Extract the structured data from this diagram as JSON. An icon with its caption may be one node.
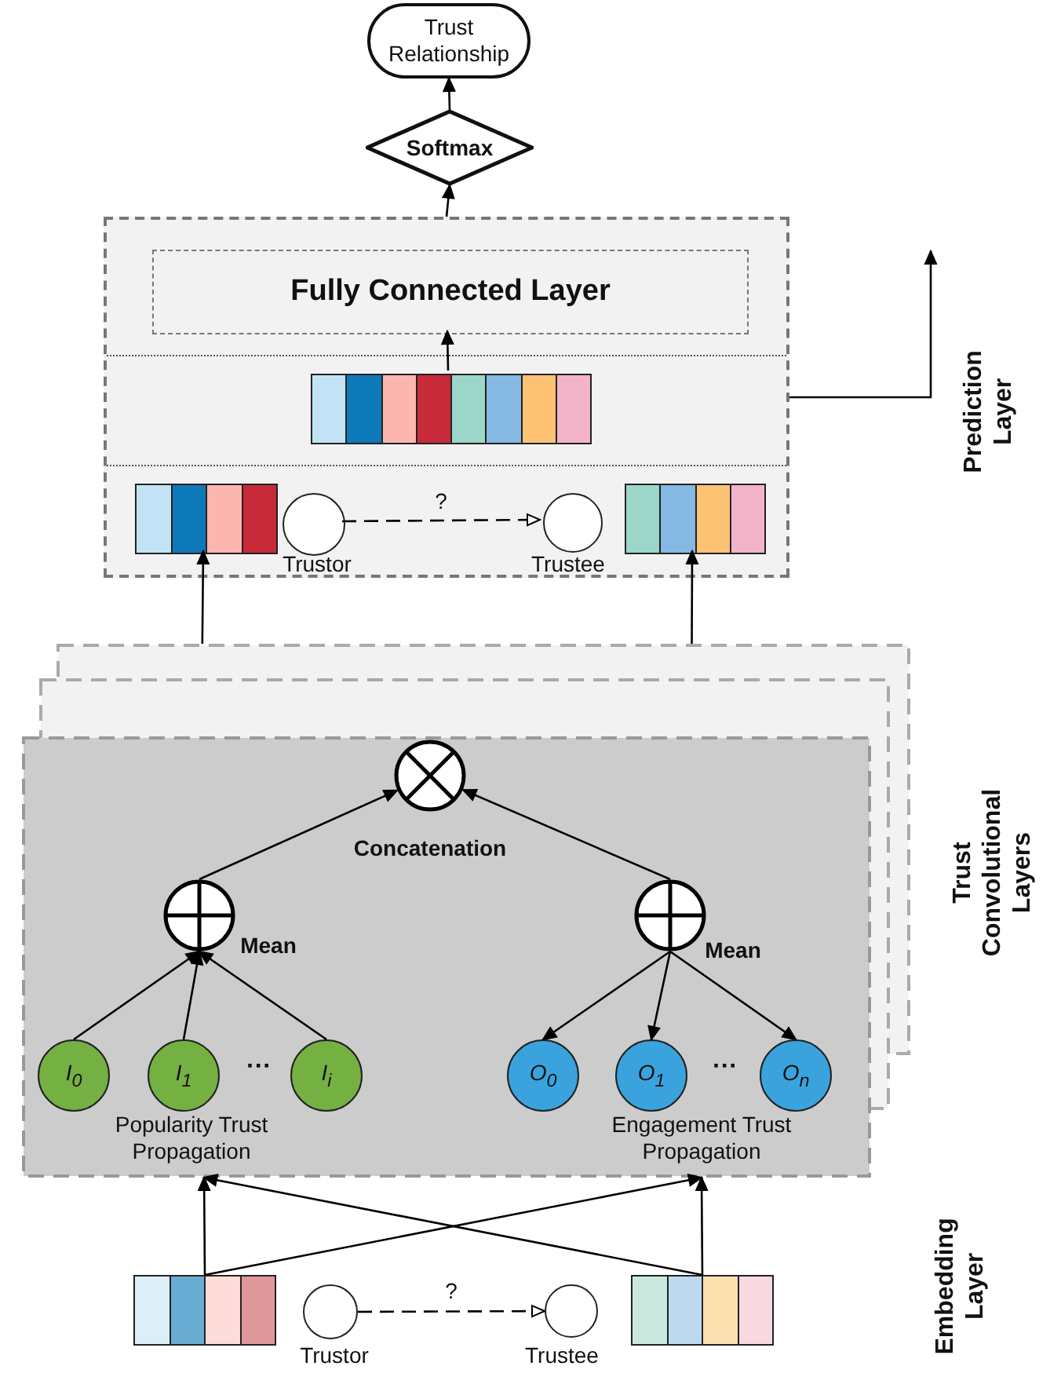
{
  "diagram": {
    "nodes": [
      {
        "text": [
          "Trust Relationship"
        ]
      },
      {
        "text": [
          "Softmax"
        ]
      },
      {
        "text": [],
        "shape": "box"
      },
      {
        "text": [
          "Fully Connected Layer"
        ],
        "in": 2
      },
      {
        "text": [],
        "shape": "bar",
        "in": 2
      },
      {
        "text": [],
        "shape": "bar",
        "in": 2
      },
      {
        "text": [],
        "shape": "circle",
        "in": 2,
        "beside": [
          "Trustor"
        ]
      },
      {
        "text": [],
        "shape": "circle",
        "in": 2,
        "beside": [
          "Trustee"
        ]
      },
      {
        "text": [],
        "shape": "bar",
        "in": 2
      },
      {
        "text": [],
        "shape": "box"
      },
      {
        "text": [],
        "shape": "circle",
        "in": 9
      },
      {
        "text": [],
        "shape": "circle",
        "in": 9,
        "beside": [
          "Mean"
        ]
      },
      {
        "text": [],
        "shape": "circle",
        "in": 9,
        "beside": [
          "Mean"
        ]
      },
      {
        "text": [
          "I$_{0}$"
        ],
        "in": 9
      },
      {
        "text": [
          "I$_{1}$"
        ],
        "in": 9
      },
      {
        "text": [
          "I$_{i}$"
        ],
        "in": 9
      },
      {
        "text": [
          "O$_{0}$"
        ],
        "in": 9
      },
      {
        "text": [
          "O$_{1}$"
        ],
        "in": 9
      },
      {
        "text": [
          "O$_{n}$"
        ],
        "in": 9
      },
      {
        "text": [],
        "shape": "bar"
      },
      {
        "text": [],
        "shape": "circle",
        "beside": [
          "Trustor"
        ]
      },
      {
        "text": [],
        "shape": "circle",
        "beside": [
          "Trustee"
        ]
      },
      {
        "text": [],
        "shape": "bar"
      }
    ],
    "edges": [
      {
        "from": 1,
        "to": 0,
        "arrow": "to"
      },
      {
        "from": 2,
        "to": 1,
        "arrow": "to"
      },
      {
        "from": 4,
        "to": 3,
        "arrow": "to"
      },
      {
        "from": 6,
        "to": 7,
        "arrow": "to",
        "label": "?",
        "style": "dashed"
      },
      {
        "from": 9,
        "to": 5,
        "arrow": "to"
      },
      {
        "from": 9,
        "to": 8,
        "arrow": "to"
      },
      {
        "from": 2,
        "to": null,
        "arrow": "to"
      },
      {
        "from": 11,
        "to": 10,
        "arrow": "to"
      },
      {
        "from": 12,
        "to": 10,
        "arrow": "to"
      },
      {
        "from": 13,
        "to": 11,
        "arrow": "to"
      },
      {
        "from": 14,
        "to": 11,
        "arrow": "to"
      },
      {
        "from": 15,
        "to": 11,
        "arrow": "to"
      },
      {
        "from": 12,
        "to": 16,
        "arrow": "to"
      },
      {
        "from": 12,
        "to": 17,
        "arrow": "to"
      },
      {
        "from": 12,
        "to": 18,
        "arrow": "to"
      },
      {
        "from": 20,
        "to": 21,
        "arrow": "to",
        "label": "?",
        "style": "dashed"
      },
      {
        "from": 19,
        "to": 9,
        "arrow": "to"
      },
      {
        "from": 19,
        "to": 9,
        "arrow": "to"
      },
      {
        "from": 22,
        "to": 9,
        "arrow": "to"
      },
      {
        "from": 22,
        "to": 9,
        "arrow": "to"
      }
    ],
    "labels": [
      "Prediction Layer",
      "Concatenation",
      "Trust Convolutional Layers",
      "···",
      "···",
      "Popularity Trust Propagation",
      "Engagement Trust Propagation",
      "Embedding Layer"
    ]
  }
}
